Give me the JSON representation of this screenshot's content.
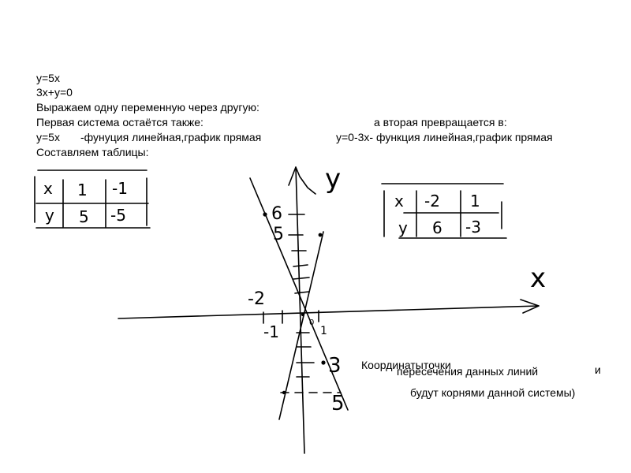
{
  "lines": {
    "eq1": "y=5x",
    "eq2": "3x+y=0",
    "express": "Выражаем одну переменную через другую:",
    "first_system": "Первая система остаётся также:",
    "second_system": "а вторая превращается в:",
    "first_eq": "y=5x",
    "first_desc": "-фунуция линейная,график прямая",
    "second_eq": "y=0-3x- функция линейная,график прямая",
    "tables_title": "Составляем таблицы:"
  },
  "table1": {
    "x_label": "x",
    "x_values": [
      "1",
      "-1"
    ],
    "y_label": "y",
    "y_values": [
      "5",
      "-5"
    ]
  },
  "table2": {
    "x_label": "x",
    "x_values": [
      "-2",
      "1"
    ],
    "y_label": "y",
    "y_values": [
      "6",
      "-3"
    ]
  },
  "graph": {
    "y_axis_label": "y",
    "x_axis_label": "x",
    "tick_labels": [
      "6",
      "5",
      "-2",
      "-1",
      "0",
      "1",
      "3",
      "5"
    ]
  },
  "conclusion": {
    "part1": "Координатыточки",
    "part2": "пересечения данных линий",
    "part3": "и",
    "part4": "будут корнями данной системы)"
  }
}
